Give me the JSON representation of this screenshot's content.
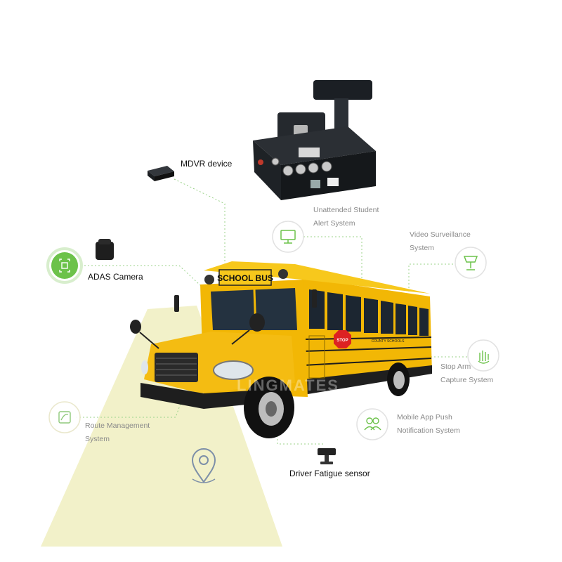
{
  "bus_sign": "SCHOOL BUS",
  "bus_side_text": "COUNTY SCHOOLS",
  "stop_sign": "STOP",
  "watermark": "LINGMATES",
  "device_labels": {
    "mdvr": "MDVR device",
    "adas": "ADAS Camera",
    "fatigue": "Driver Fatigue sensor"
  },
  "systems": {
    "unattended": [
      "Unattended Student",
      "Alert System"
    ],
    "video": [
      "Video Surveillance",
      "System"
    ],
    "stoparm": [
      "Stop Arm",
      "Capture System"
    ],
    "mobile": [
      "Mobile App Push",
      "Notification System"
    ],
    "route": [
      "Route Management",
      "System"
    ]
  },
  "colors": {
    "accent_green": "#6cc24a",
    "bus_yellow": "#f2b705",
    "beam": "#f0eebf",
    "label_gray": "#8a8a8a"
  },
  "icons": {
    "adas": "scan-icon",
    "unattended": "monitor-icon",
    "video": "cctv-icon",
    "stoparm": "stop-hand-icon",
    "mobile": "users-icon",
    "route": "route-icon",
    "location": "map-pin-icon"
  }
}
